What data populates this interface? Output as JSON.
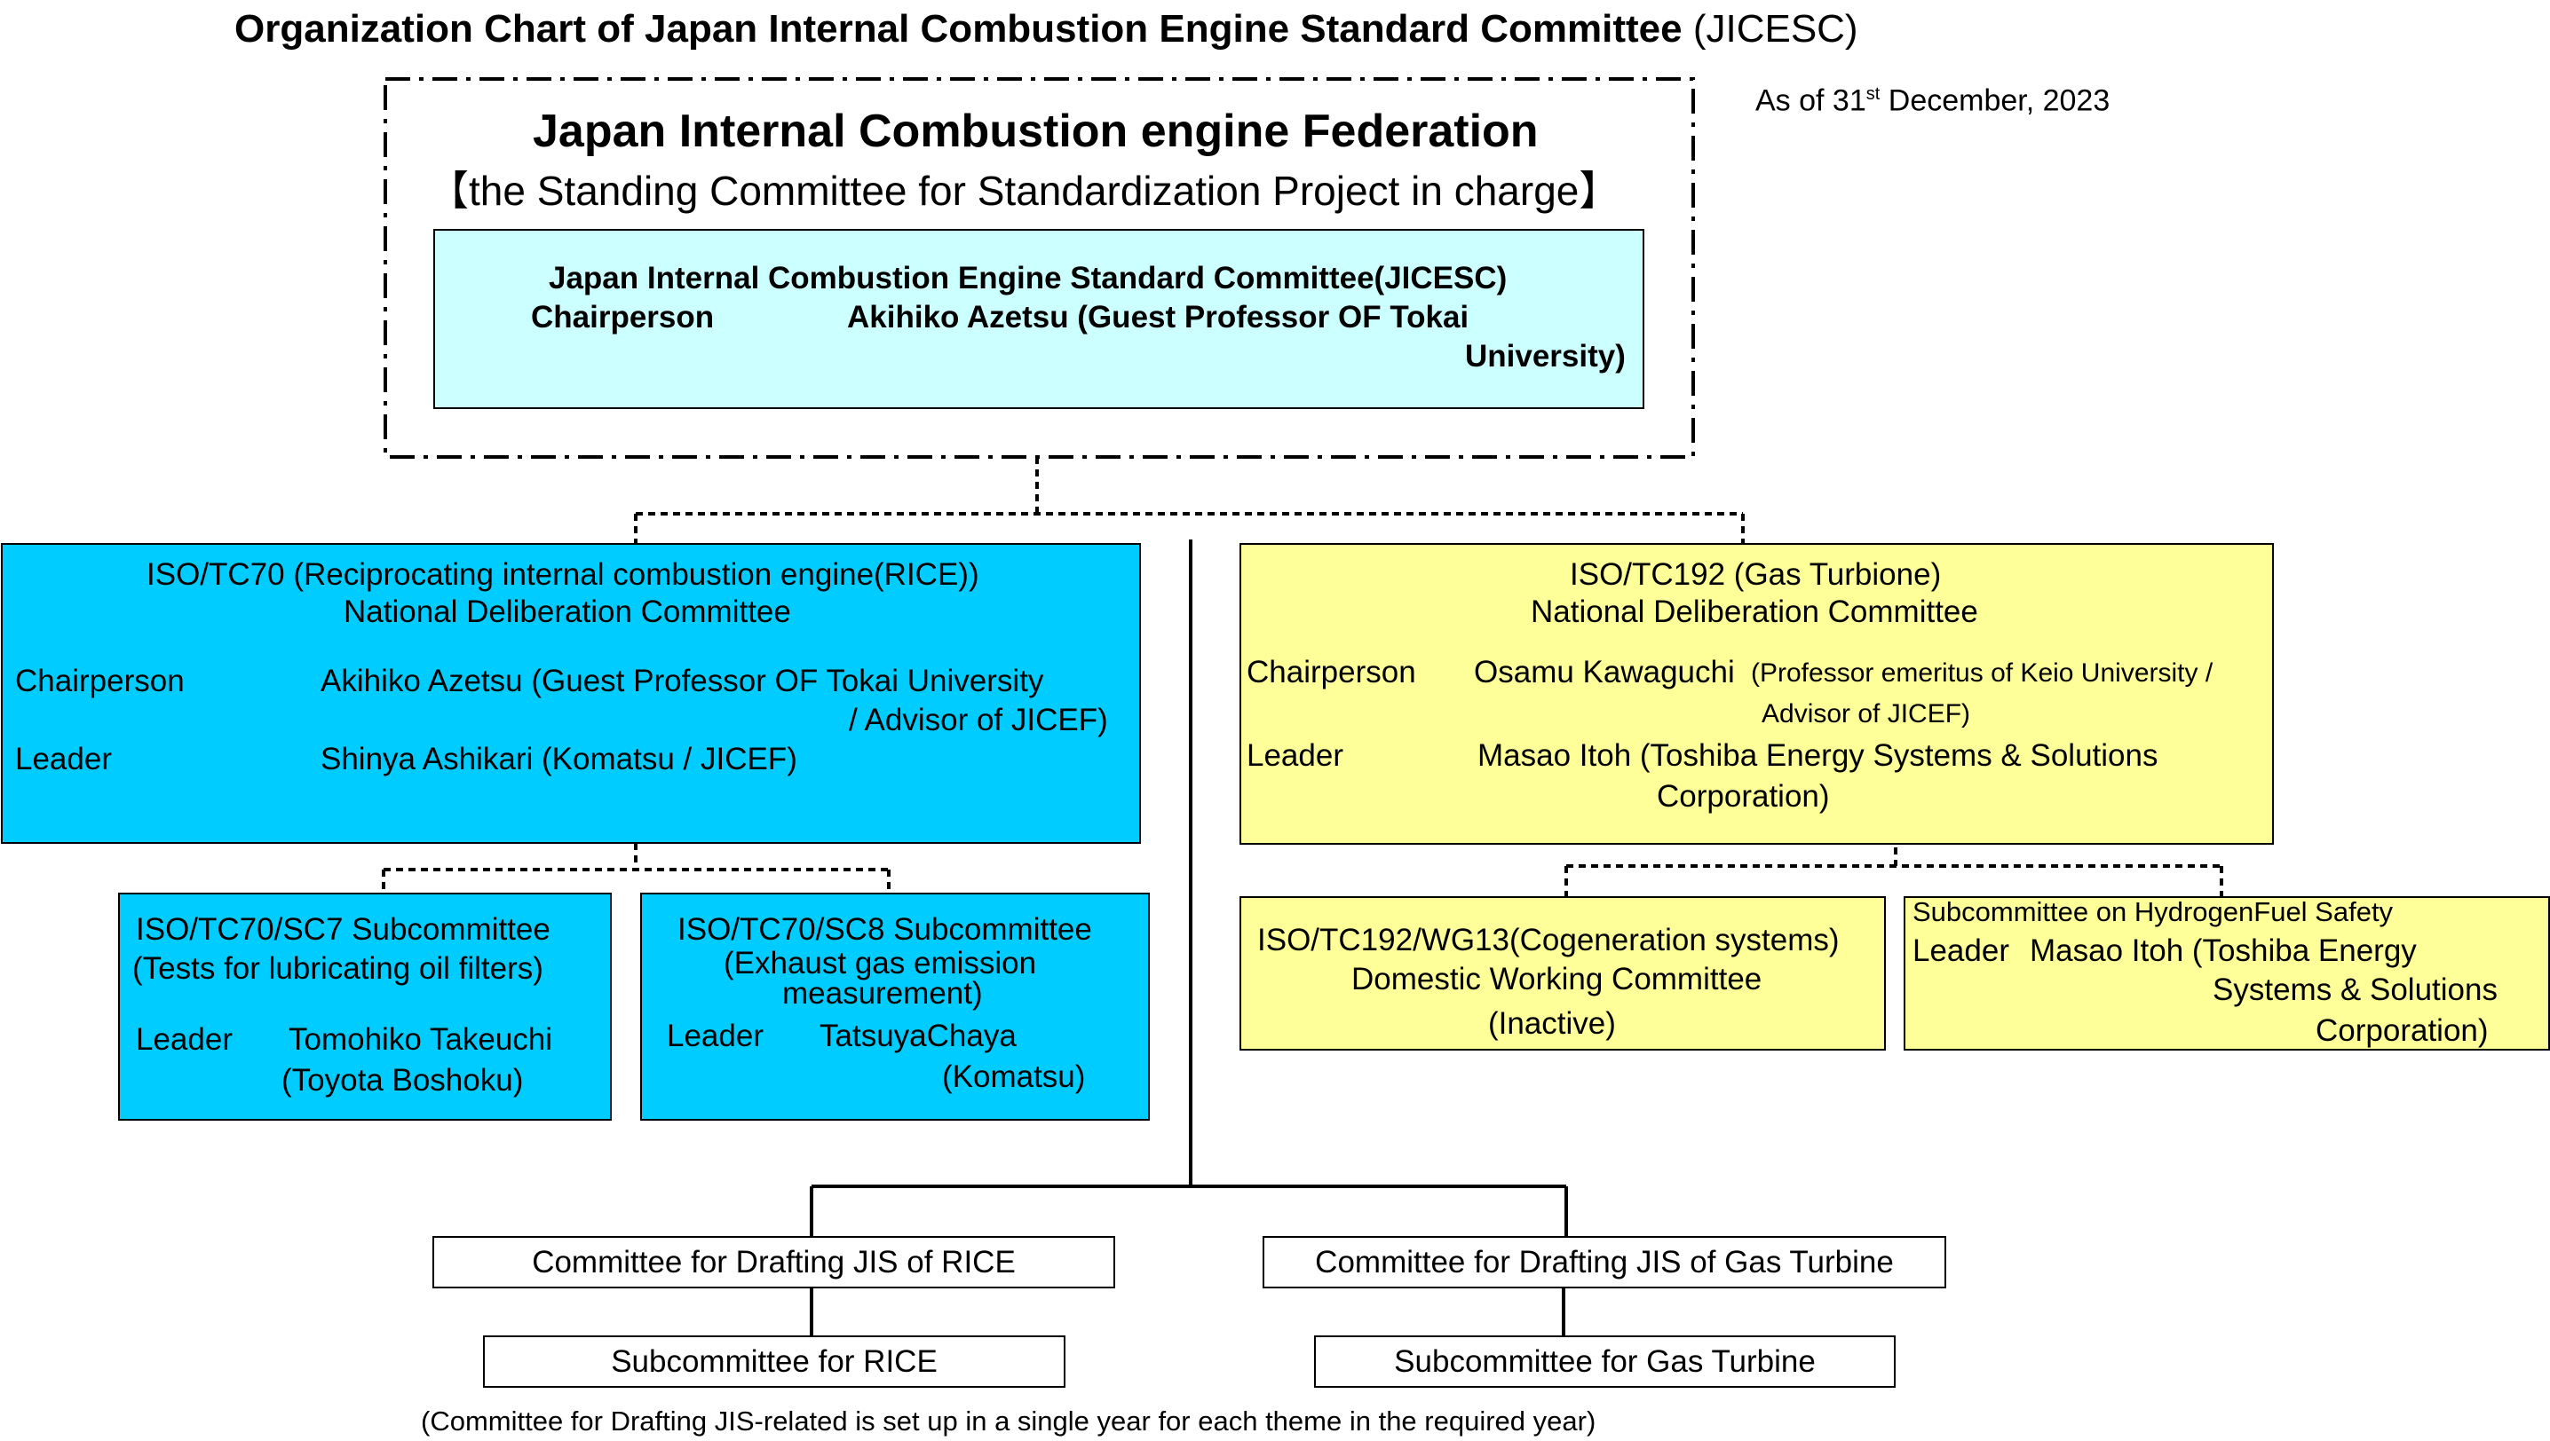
{
  "colors": {
    "cyan_light": "#ccffff",
    "cyan": "#00ccff",
    "yellow": "#ffff99",
    "border": "#000000"
  },
  "title": {
    "main": "Organization Chart of Japan Internal Combustion Engine Standard Committee",
    "suffix": "(JICESC)"
  },
  "as_of": {
    "prefix": "As of 31",
    "sup": "st",
    "suffix": " December, 2023"
  },
  "federation": {
    "name": "Japan Internal Combustion engine Federation",
    "subtitle": "【the Standing Committee for Standardization Project in charge】"
  },
  "jicesc": {
    "name": "Japan Internal Combustion Engine Standard Committee(JICESC)",
    "role": "Chairperson",
    "person": "Akihiko Azetsu (Guest Professor OF Tokai",
    "person_cont": "University)"
  },
  "tc70": {
    "title": "ISO/TC70 (Reciprocating internal combustion engine(RICE))",
    "subtitle": "National Deliberation Committee",
    "chair_role": "Chairperson",
    "chair_name": "Akihiko Azetsu (Guest Professor OF Tokai University",
    "chair_name_cont": "/ Advisor of JICEF)",
    "leader_role": "Leader",
    "leader_name": "Shinya Ashikari  (Komatsu / JICEF)"
  },
  "sc7": {
    "title": "ISO/TC70/SC7 Subcommittee",
    "subtitle": "(Tests for lubricating oil filters)",
    "leader_role": "Leader",
    "leader_name": "Tomohiko Takeuchi",
    "leader_org": "(Toyota Boshoku)"
  },
  "sc8": {
    "title": "ISO/TC70/SC8 Subcommittee",
    "subtitle": "(Exhaust gas emission",
    "subtitle2": "measurement)",
    "leader_role": "Leader",
    "leader_name": "TatsuyaChaya",
    "leader_org": "(Komatsu)"
  },
  "tc192": {
    "title": "ISO/TC192 (Gas Turbione)",
    "subtitle": "National Deliberation Committee",
    "chair_role": "Chairperson",
    "chair_name": "Osamu Kawaguchi",
    "chair_detail": "(Professor emeritus of Keio University /",
    "chair_detail2": "Advisor of JICEF)",
    "leader_role": "Leader",
    "leader_name": "Masao Itoh (Toshiba Energy Systems & Solutions",
    "leader_name_cont": "Corporation)"
  },
  "wg13": {
    "title": "ISO/TC192/WG13(Cogeneration systems)",
    "subtitle": "Domestic Working Committee",
    "status": "(Inactive)"
  },
  "hydrogen": {
    "title": "Subcommittee on HydrogenFuel Safety",
    "leader_role": "Leader",
    "leader_name": "Masao Itoh (Toshiba Energy",
    "leader_name2": "Systems & Solutions",
    "leader_name3": "Corporation)"
  },
  "jis": {
    "rice": "Committee for Drafting JIS of RICE",
    "gas": "Committee for Drafting JIS of Gas Turbine",
    "sub_rice": "Subcommittee for RICE",
    "sub_gas": "Subcommittee for Gas Turbine",
    "note": "(Committee for Drafting JIS-related is set up in a single year for each theme in the required year)"
  }
}
